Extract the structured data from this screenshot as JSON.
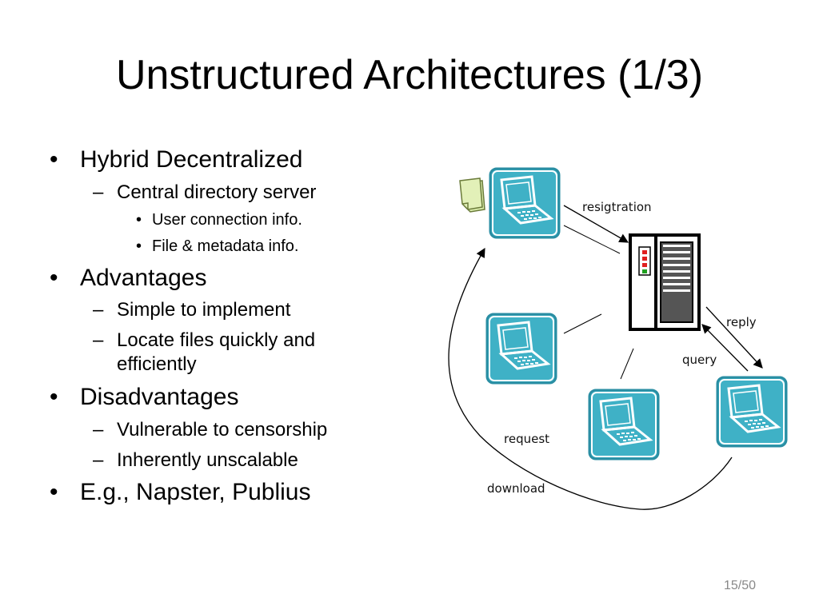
{
  "slide": {
    "title": "Unstructured Architectures (1/3)",
    "page_number": "15/50"
  },
  "bullets": {
    "b1": "Hybrid Decentralized",
    "b1_1": "Central directory server",
    "b1_1_1": "User connection info.",
    "b1_1_2": "File & metadata info.",
    "b2": "Advantages",
    "b2_1": "Simple to implement",
    "b2_2_line1": "Locate files quickly and",
    "b2_2_line2": "efficiently",
    "b3": "Disadvantages",
    "b3_1": "Vulnerable to censorship",
    "b3_2": "Inherently unscalable",
    "b4": "E.g., Napster, Publius"
  },
  "diagram": {
    "labels": {
      "registration": "resigtration",
      "reply": "reply",
      "query": "query",
      "request": "request",
      "download": "download"
    },
    "colors": {
      "peer_fill": "#3fb1c6",
      "peer_border": "#2a8ea3",
      "document": "#d7e9a8",
      "server_stack": "#555555",
      "led_red": "#e02020",
      "led_green": "#20a020"
    },
    "icons": [
      "document-icon",
      "laptop-peer-icon",
      "directory-server-icon"
    ]
  }
}
